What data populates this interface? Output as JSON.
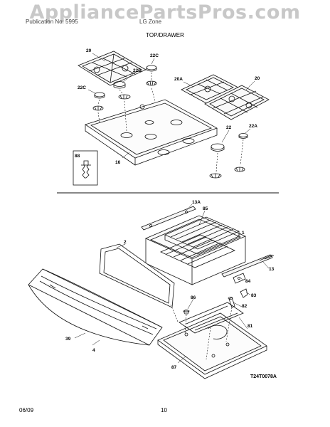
{
  "watermark": "AppliancePartsPros.com",
  "header": {
    "left": "Publication No: 5995",
    "middle": "LG Zone"
  },
  "section_title": "TOP/DRAWER",
  "diagram_code": "T24T0078A",
  "footer": {
    "date": "06/09",
    "page": "10"
  },
  "callouts": {
    "c20a_top": "20",
    "c22c_top": "22C",
    "c22b": "22B",
    "c22c_left": "22C",
    "c20a": "20A",
    "c20": "20",
    "c22": "22",
    "c22a": "22A",
    "c88": "88",
    "c16": "16",
    "c13a": "13A",
    "c85": "85",
    "c1": "1",
    "c2": "2",
    "c13": "13",
    "c84": "84",
    "c83": "83",
    "c86": "86",
    "c82": "82",
    "c81": "81",
    "c39": "39",
    "c4": "4",
    "c87": "87"
  }
}
